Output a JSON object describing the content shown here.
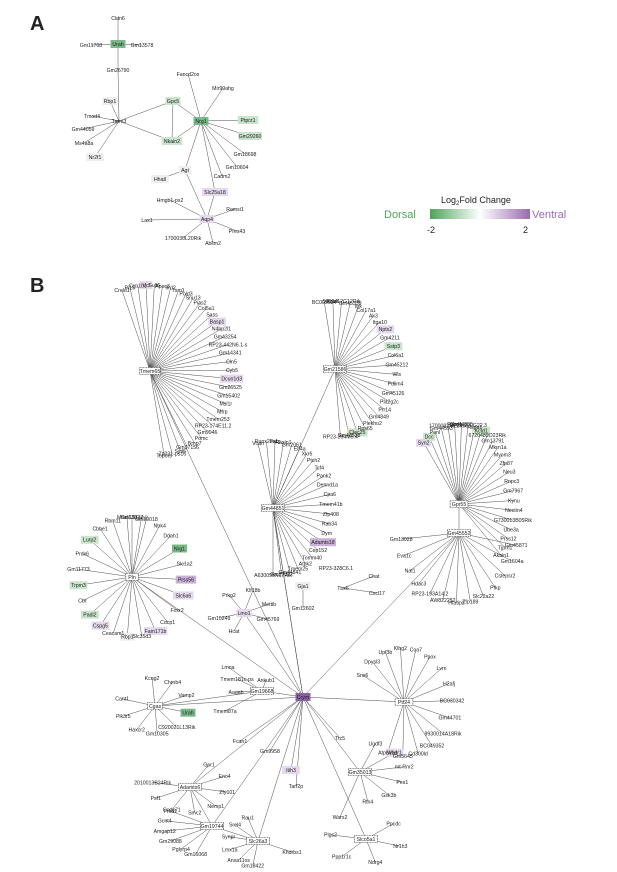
{
  "panels": {
    "a": "A",
    "b": "B"
  },
  "legend": {
    "title_main": "Log",
    "title_sub": "2",
    "title_rest": "Fold Change",
    "left_label": "Dorsal",
    "right_label": "Ventral",
    "min_tick": "-2",
    "max_tick": "2",
    "color_dorsal": "#4fa35a",
    "color_ventral": "#9b6bb0"
  },
  "colors": {
    "hub": "#222222",
    "crym": "#8b5fa3",
    "dorsal_strong": "#79b887",
    "dorsal_light": "#c9e3cd",
    "ventral_light": "#e4d9ec",
    "ventral_mid": "#c8b0d6",
    "neutral": "#eeeeee"
  },
  "network_a": {
    "nodes": [
      "Cldn6",
      "Gm11768",
      "Urah",
      "Gm13578",
      "Gm26790",
      "Rbp1",
      "Trpm3",
      "Tmod4",
      "Gm44059",
      "Ms4a8a",
      "Nr2f1",
      "Gpc5",
      "Nkain2",
      "Fancd2os",
      "Mir99ahg",
      "Nrg1",
      "Ptprz1",
      "Gm29260",
      "Gm18698",
      "Gm10604",
      "Cadm2",
      "Agt",
      "Hhatl",
      "Slc25a18",
      "Hmgb1-ps2",
      "Ramsi1",
      "Aqp4",
      "Lax1",
      "Pres43",
      "1700030L20Rik",
      "Ablim2"
    ]
  },
  "network_b": {
    "hubs": [
      "Tmem65",
      "Gm21586",
      "Gm44851",
      "Gpr55",
      "Gm45552",
      "Pln",
      "Gm19668",
      "Cgas",
      "Crym",
      "Ptf24",
      "Adamts6",
      "Gm35013",
      "Gm19744",
      "Slc26a3",
      "Slco5a1",
      "Lmo1",
      "Gja1"
    ],
    "tmem65_nodes": [
      "Creld1",
      "Pi15",
      "Cyp1b1",
      "Vcl",
      "Sulf6",
      "Apoc3",
      "Ifrd2",
      "Tsm1",
      "Pold3",
      "Snu13",
      "Pias2",
      "Col5a1",
      "Sass",
      "Basp1",
      "N4bp2l1",
      "Gm43254",
      "RP23-442N6.1-s",
      "Gm14341",
      "Cln5",
      "Cyb5",
      "Dcun1d3",
      "Gm26525",
      "Gm15402",
      "Msl1r",
      "Mfrp",
      "Tmem253",
      "RP23-174E11.2",
      "Gm9946",
      "Pomc",
      "Bmp7",
      "Gm37156",
      "Sytl6",
      "Zp031-ps16",
      "Topors"
    ],
    "gm21586_nodes": [
      "BC005624",
      "Acadl",
      "5930412G12Rik",
      "Gm45339",
      "Itrk",
      "Col17a1",
      "Ak3",
      "Itga10",
      "Nptx2",
      "Gm4211",
      "Sstp3",
      "Col6a1",
      "Gm45212",
      "Wls",
      "Pdlim4",
      "Gm45126",
      "Pla2g2c",
      "Prr14",
      "Gm4849",
      "Plekho2",
      "Rps65",
      "Clec25",
      "Gm43538",
      "RP23-394M6.4"
    ],
    "gm44851_nodes": [
      "Vcan",
      "Runx2os1",
      "Parg",
      "Rasip1",
      "Gm2061",
      "Elf4a",
      "Xkr6",
      "Ptch2",
      "Tcf4",
      "Pank2",
      "Dennd1a",
      "Cpa6",
      "Tmem41b",
      "Zfp408",
      "Rab34",
      "Dym",
      "Adamts18",
      "Cep152",
      "Tomm40",
      "Atpk2",
      "Tmem25",
      "Gm44841",
      "Gm27022",
      "A630095N17Rik"
    ],
    "gpr55_nodes": [
      "Syn2",
      "Dcc",
      "Penl",
      "Gm44593",
      "1700082M22Rik",
      "Pcbd1",
      "Gm44890",
      "RP23-300G22.3",
      "Hspa1",
      "Kctd1",
      "6720489O23Rik",
      "Gm13791",
      "Mkrn1a",
      "Myom3",
      "Zfp87",
      "Neu3",
      "Rnpc3",
      "Gm7967",
      "Kynu",
      "Nectin4",
      "G730013B05Rik",
      "Ube3a",
      "Prss12",
      "Tjpm1",
      "Akain1"
    ],
    "gm45552_nodes": [
      "Gm45871",
      "Gm1604a",
      "Cstepsr2",
      "Pfkp",
      "Slc22a22",
      "Zfp189",
      "Htatip2",
      "AW822252",
      "RP23-193A14.2",
      "Hdac3",
      "Nat1",
      "Eva1c",
      "Gm13028"
    ],
    "pln_nodes": [
      "Gm15137",
      "Gm29018",
      "Ntrk4",
      "Ddah1",
      "Nrg1",
      "Slc1a2",
      "Prss56",
      "Slc6a6",
      "Foxr2",
      "Cdcp1",
      "Fam171b",
      "Slc35d3",
      "Rbp1",
      "Ceacam1",
      "Cspg5",
      "Padi2",
      "Cbr",
      "Trpm3",
      "Gm11773",
      "Prdx6",
      "Lurp2",
      "Cbbe1",
      "Rbm11",
      "Mfsd13b",
      "Tars2"
    ],
    "lower_left_nodes": [
      "Kcng2",
      "Chrnb4",
      "Vamp2",
      "Lmna",
      "Urah",
      "Ankub1",
      "C920021L13Rik",
      "Tmem181c-ps",
      "Gm10305",
      "Aagab",
      "Haxcr2",
      "Pik3r5",
      "Cant1",
      "Tmem87a",
      "Gpr1",
      "Eno4",
      "Zfy101",
      "Nemp1",
      "Smc2",
      "Codc71",
      "Psf1",
      "2010013B24Rik",
      "Gm16068",
      "Pglyrp4",
      "Gm29088",
      "Amgap12",
      "Gcnt4",
      "Prkd1",
      "Fcan1",
      "Gm9958",
      "Gm18422",
      "Anxa11os",
      "Lmx1a",
      "Synpr",
      "Srel4",
      "Rau1",
      "Tarf2p",
      "Itih3"
    ],
    "lower_right_nodes": [
      "Snx6",
      "Dpysl3",
      "Upf3b",
      "Klhg2",
      "Coa7",
      "Ppox",
      "Lvrn",
      "H2afj",
      "BC030342",
      "Gm44701",
      "9930014A18Rik",
      "BC049352",
      "Cd300ld",
      "Gm5645",
      "Atp6v1d",
      "Ugdf3",
      "Wwtr1",
      "Ttc5",
      "mt-Rnr2",
      "Pes1",
      "Gsk3b",
      "Rtn4",
      "Wars2",
      "Ppcdc",
      "Nr1h3",
      "Ndrg4",
      "Ppp1r1c",
      "Plgs2",
      "Khdrbs1"
    ],
    "middle_nodes": [
      "Prkg2",
      "Klf18b",
      "Mettib",
      "Gm15249",
      "Gm45769",
      "Hcat",
      "Chat",
      "RP23-328C6.1",
      "Tbx6",
      "Cxcl17",
      "Gm12602"
    ]
  }
}
